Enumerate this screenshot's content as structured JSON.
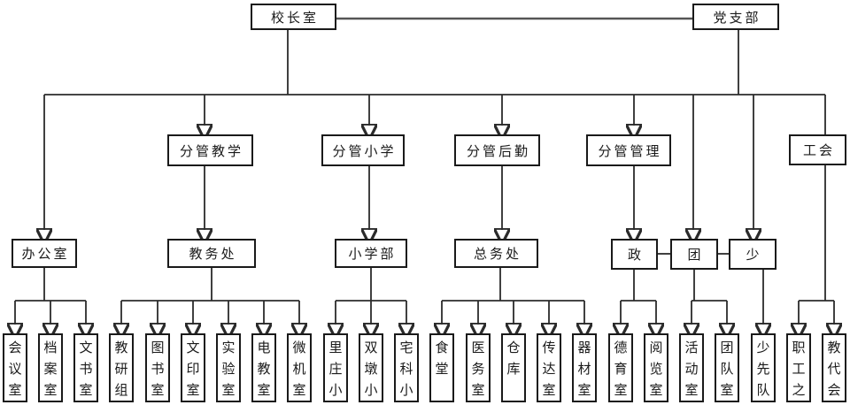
{
  "colors": {
    "background": "#ffffff",
    "box_border": "#1a1a1a",
    "connector": "#2b2b2b",
    "top_link": "#555555",
    "text": "#1a1a1a"
  },
  "nodes": {
    "l1": [
      {
        "label": "校长室"
      },
      {
        "label": "党支部"
      }
    ],
    "l2": [
      {
        "label": "分管教学"
      },
      {
        "label": "分管小学"
      },
      {
        "label": "分管后勤"
      },
      {
        "label": "分管管理"
      },
      {
        "label": "工会"
      }
    ],
    "l3": [
      {
        "label": "办公室"
      },
      {
        "label": "教务处"
      },
      {
        "label": "小学部"
      },
      {
        "label": "总务处"
      },
      {
        "label": "政"
      },
      {
        "label": "团"
      },
      {
        "label": "少"
      }
    ],
    "l4": [
      {
        "label": "会议室"
      },
      {
        "label": "档案室"
      },
      {
        "label": "文书室"
      },
      {
        "label": "教研组"
      },
      {
        "label": "图书室"
      },
      {
        "label": "文印室"
      },
      {
        "label": "实验室"
      },
      {
        "label": "电教室"
      },
      {
        "label": "微机室"
      },
      {
        "label": "里庄小"
      },
      {
        "label": "双墩小"
      },
      {
        "label": "宅科小"
      },
      {
        "label": "食堂"
      },
      {
        "label": "医务室"
      },
      {
        "label": "仓库"
      },
      {
        "label": "传达室"
      },
      {
        "label": "器材室"
      },
      {
        "label": "德育室"
      },
      {
        "label": "阅览室"
      },
      {
        "label": "活动室"
      },
      {
        "label": "团队室"
      },
      {
        "label": "少先队"
      },
      {
        "label": "职工之"
      },
      {
        "label": "教代会"
      }
    ]
  },
  "hierarchy": {
    "top_link": [
      "校长室",
      "党支部"
    ],
    "rail_children": [
      "办公室",
      "分管教学",
      "分管小学",
      "分管后勤",
      "分管管理",
      "团",
      "少",
      "工会"
    ],
    "分管教学": [
      "教务处"
    ],
    "分管小学": [
      "小学部"
    ],
    "分管后勤": [
      "总务处"
    ],
    "分管管理": [
      "政"
    ],
    "办公室": [
      "会议室",
      "档案室",
      "文书室"
    ],
    "教务处": [
      "教研组",
      "图书室",
      "文印室",
      "实验室",
      "电教室",
      "微机室"
    ],
    "小学部": [
      "里庄小",
      "双墩小",
      "宅科小"
    ],
    "总务处": [
      "食堂",
      "医务室",
      "仓库",
      "传达室",
      "器材室"
    ],
    "政": [
      "德育室",
      "阅览室"
    ],
    "团": [
      "活动室",
      "团队室"
    ],
    "少": [
      "少先队"
    ],
    "工会": [
      "职工之",
      "教代会"
    ],
    "peer_links": [
      [
        "政",
        "团"
      ],
      [
        "团",
        "少"
      ]
    ]
  }
}
